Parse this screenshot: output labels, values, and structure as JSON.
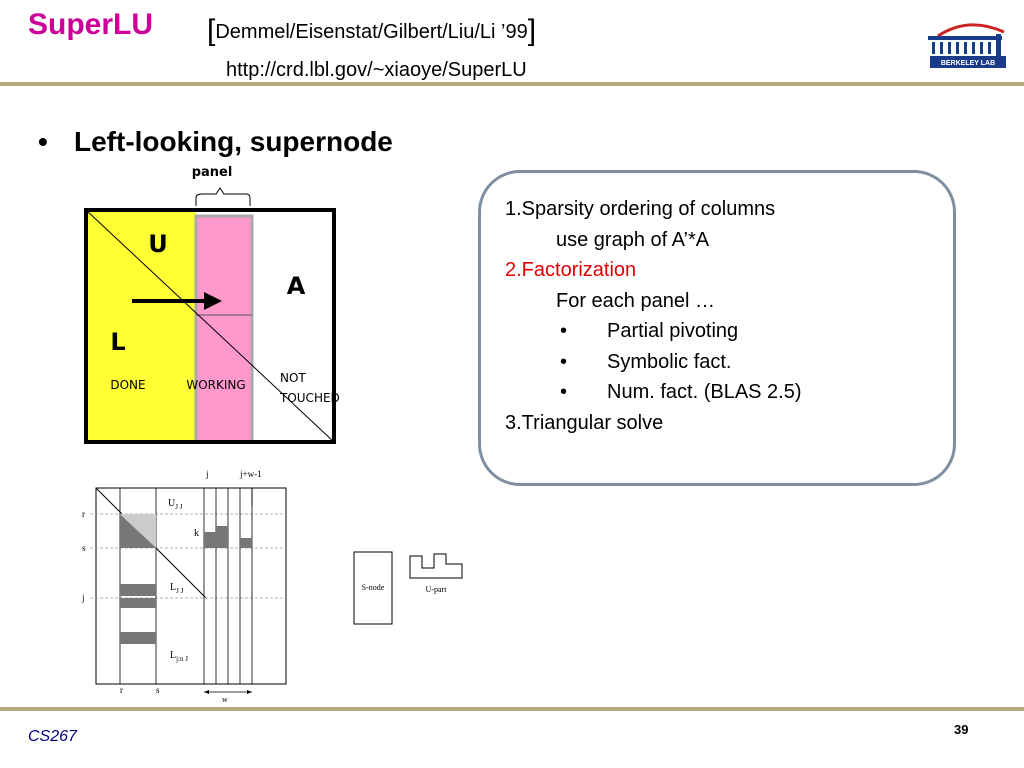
{
  "header": {
    "title": "SuperLU",
    "citation_open": "[",
    "citation": "Demmel/Eisenstat/Gilbert/Liu/Li ’99",
    "citation_close": "]",
    "url": "http://crd.lbl.gov/~xiaoye/SuperLU",
    "logo_text": "BERKELEY LAB"
  },
  "bullet": {
    "marker": "•",
    "text": "Left-looking,  supernode"
  },
  "diagram": {
    "panel_label": "panel",
    "u_label": "U",
    "l_label": "L",
    "a_label": "A",
    "done_label": "DONE",
    "working_label": "WORKING",
    "not_touched_line1": "NOT",
    "not_touched_line2": "TOUCHED",
    "colors": {
      "done": "#ffff33",
      "working": "#ff99cc",
      "border": "#000000"
    }
  },
  "figure2": {
    "top_labels": [
      "j",
      "j+w-1"
    ],
    "row_labels": [
      "r",
      "s",
      "j"
    ],
    "bottom_labels": [
      "r",
      "s"
    ],
    "ujj": "U",
    "ujj_sub": "J J",
    "k": "k",
    "ljj": "L",
    "ljj_sub": "J J",
    "ljn": "L",
    "ljn_sub": "j:n J",
    "w": "w"
  },
  "figure3": {
    "snode": "S-node",
    "upart": "U-part"
  },
  "steps": [
    {
      "text": "1.Sparsity ordering of columns",
      "color": "#000000"
    },
    {
      "text": "use graph of A’*A",
      "color": "#000000"
    },
    {
      "text": "2.Factorization",
      "color": "#e00000"
    },
    {
      "text": "For each panel …",
      "color": "#000000"
    },
    {
      "bullet": "•",
      "text": "Partial pivoting",
      "color": "#000000"
    },
    {
      "bullet": "•",
      "text": "Symbolic fact.",
      "color": "#000000"
    },
    {
      "bullet": "•",
      "text": "Num.  fact. (BLAS 2.5)",
      "color": "#000000"
    },
    {
      "text": "3.Triangular solve",
      "color": "#000000"
    }
  ],
  "footer": {
    "course": "CS267",
    "page": "39"
  }
}
